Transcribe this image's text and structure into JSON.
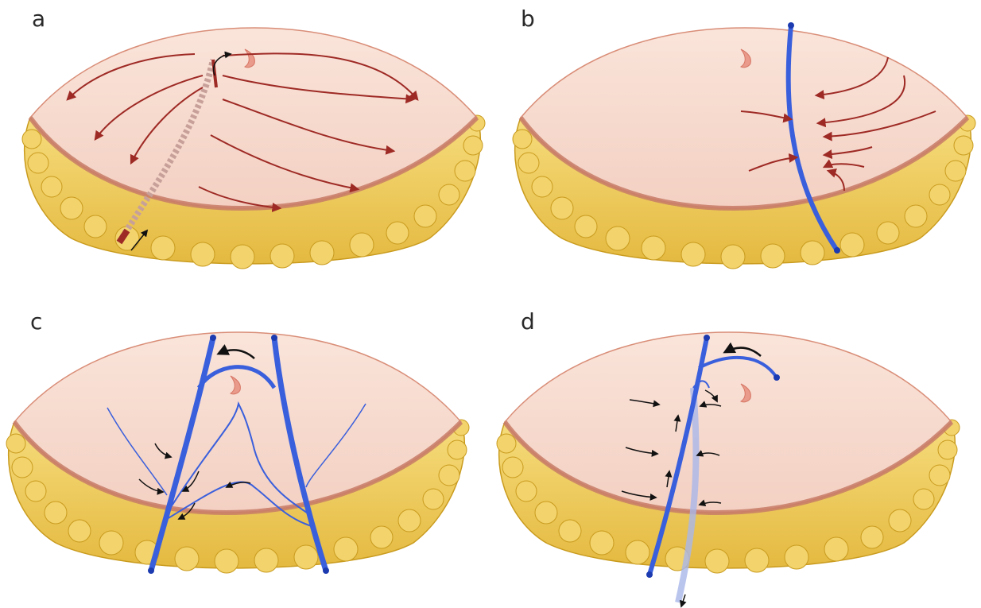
{
  "panels": [
    {
      "label": "a"
    },
    {
      "label": "b"
    },
    {
      "label": "c"
    },
    {
      "label": "d"
    }
  ],
  "colors": {
    "skin": "#f6d8cc",
    "skin_edge": "#d98e78",
    "fat": "#edc95a",
    "fat_edge": "#c99b1e",
    "artery": "#9e2a25",
    "vein": "#3a5fdc",
    "flow_arrow": "#111111"
  },
  "icons": [
    "artery-perforator",
    "vein",
    "flow-arrow",
    "fat-lobules",
    "umbilicus"
  ]
}
